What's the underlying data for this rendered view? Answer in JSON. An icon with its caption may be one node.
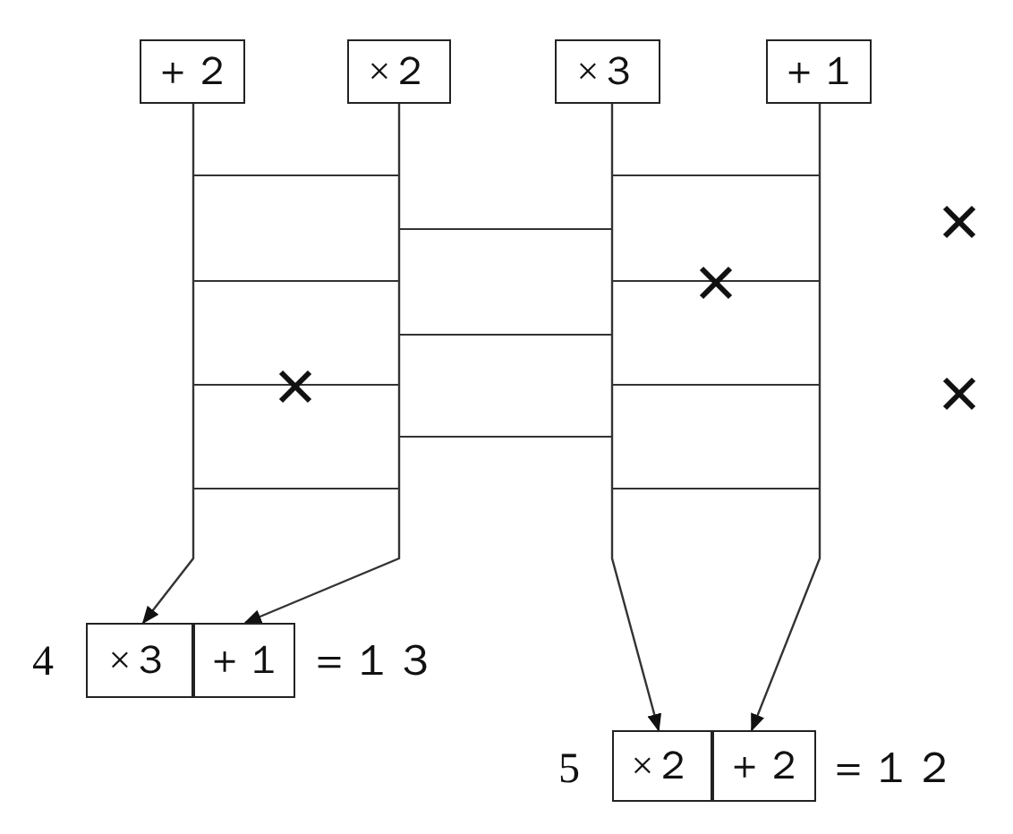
{
  "diagram": {
    "nodes": [
      {
        "text": [
          "＋２"
        ]
      },
      {
        "text": [
          "×２"
        ]
      },
      {
        "text": [
          "×３"
        ]
      },
      {
        "text": [
          "＋１"
        ]
      },
      {
        "text": [
          "×３"
        ]
      },
      {
        "text": [
          "＋１"
        ]
      },
      {
        "text": [
          "×２"
        ]
      },
      {
        "text": [
          "＋２"
        ]
      }
    ],
    "edges": [
      {
        "from": 0,
        "to": 4,
        "arrow": "to"
      },
      {
        "from": 1,
        "to": 5,
        "arrow": "to"
      },
      {
        "from": 2,
        "to": 6,
        "arrow": "to"
      },
      {
        "from": 3,
        "to": 7,
        "arrow": "to"
      }
    ],
    "labels": [
      "4",
      "＝１３",
      "5",
      "＝１２"
    ]
  }
}
